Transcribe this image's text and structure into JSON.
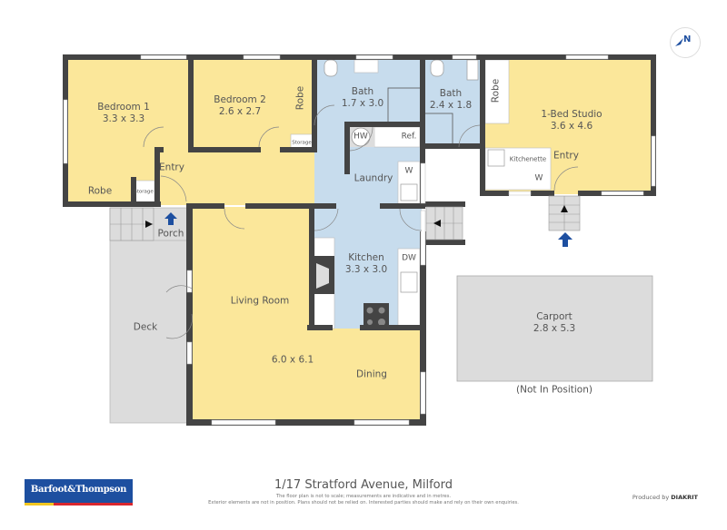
{
  "floorplan": {
    "rooms": [
      {
        "id": "bedroom1",
        "name": "Bedroom 1",
        "dims": "3.3 x 3.3"
      },
      {
        "id": "bedroom2",
        "name": "Bedroom 2",
        "dims": "2.6 x 2.7"
      },
      {
        "id": "bath1",
        "name": "Bath",
        "dims": "1.7 x 3.0"
      },
      {
        "id": "bath2",
        "name": "Bath",
        "dims": "2.4 x 1.8"
      },
      {
        "id": "studio",
        "name": "1-Bed Studio",
        "dims": "3.6 x 4.6"
      },
      {
        "id": "kitchen",
        "name": "Kitchen",
        "dims": "3.3 x 3.0"
      },
      {
        "id": "living",
        "name": "Living Room",
        "dims": "6.0 x 6.1"
      },
      {
        "id": "carport",
        "name": "Carport",
        "dims": "2.8 x 5.3"
      }
    ],
    "labels": {
      "robe_bed1": "Robe",
      "robe_bed2": "Robe",
      "robe_studio": "Robe",
      "storage_left": "Storage",
      "storage_right": "Storage",
      "entry_main": "Entry",
      "entry_studio": "Entry",
      "laundry": "Laundry",
      "hw": "HW",
      "ref": "Ref.",
      "w_laundry": "W",
      "w_studio": "W",
      "dw": "DW",
      "kitchenette": "Kitchenette",
      "porch": "Porch",
      "deck": "Deck",
      "dining": "Dining",
      "carport_note": "(Not In Position)"
    },
    "compass": "N",
    "colors": {
      "living_fill": "#fbe79a",
      "wet_fill": "#c7dced",
      "wall": "#444444",
      "outdoor_fill": "#dcdcdc",
      "entrance_arrow": "#1d4fa0"
    }
  },
  "footer": {
    "address": "1/17 Stratford Avenue, Milford",
    "disclaimer_line1": "The floor plan is not to scale; measurements are indicative and in metres.",
    "disclaimer_line2": "Exterior elements are not in position. Plans should not be relied on. Interested parties should make and rely on their own enquiries.",
    "produced_by_prefix": "Produced by",
    "produced_by_brand": "DIAKRIT",
    "logo_text": "Barfoot&Thompson"
  }
}
